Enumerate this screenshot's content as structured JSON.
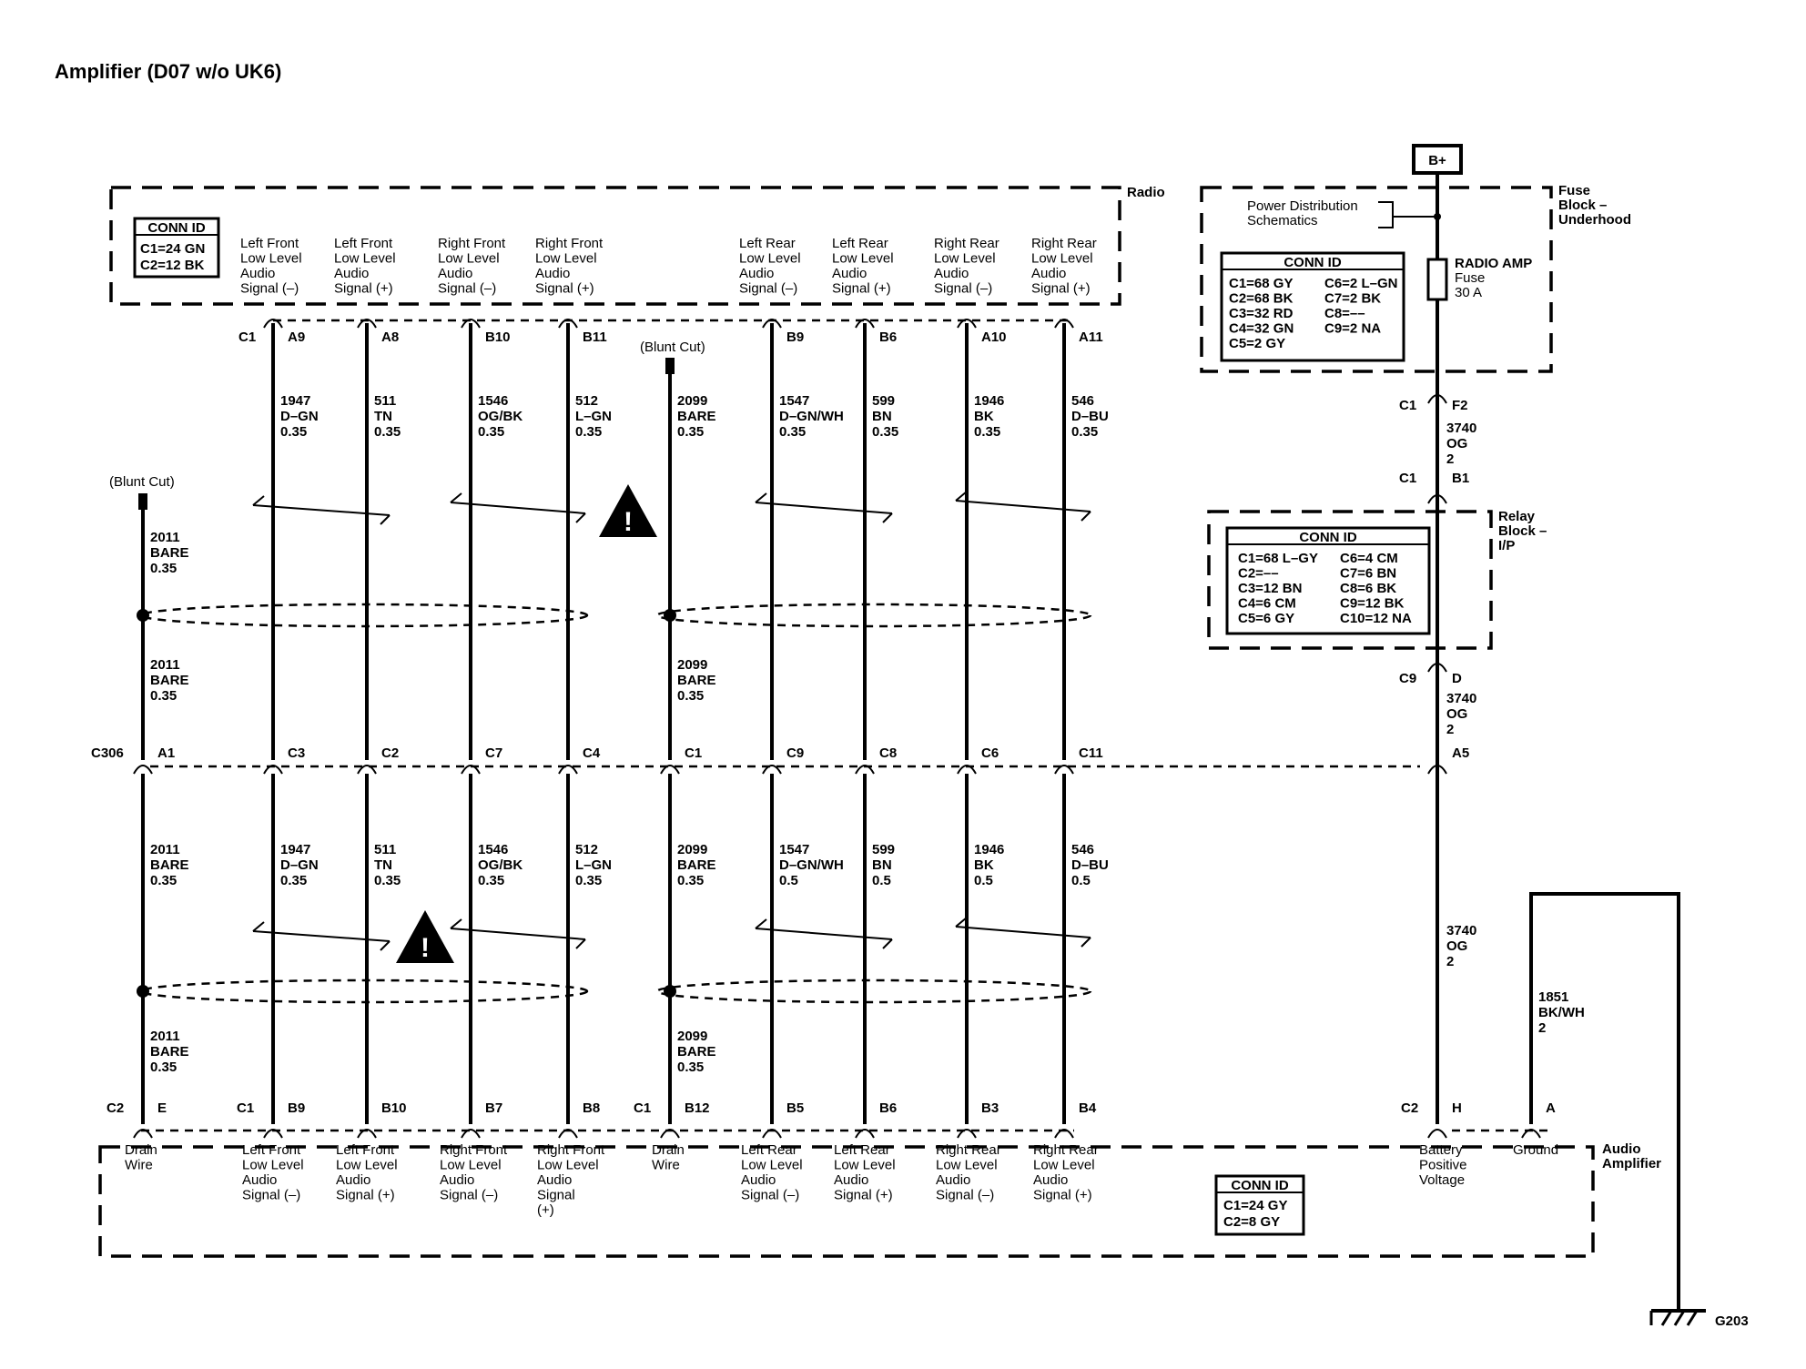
{
  "title": "Amplifier (D07 w/o UK6)",
  "radio": {
    "name": "Radio",
    "conn_id_title": "CONN ID",
    "conn_ids": [
      "C1=24 GN",
      "C2=12 BK"
    ],
    "connector": "C1",
    "signals": [
      [
        "Left Front",
        "Low Level",
        "Audio",
        "Signal (–)"
      ],
      [
        "Left Front",
        "Low Level",
        "Audio",
        "Signal (+)"
      ],
      [
        "Right Front",
        "Low Level",
        "Audio",
        "Signal (–)"
      ],
      [
        "Right Front",
        "Low Level",
        "Audio",
        "Signal (+)"
      ],
      [
        "Left Rear",
        "Low Level",
        "Audio",
        "Signal (–)"
      ],
      [
        "Left Rear",
        "Low Level",
        "Audio",
        "Signal (+)"
      ],
      [
        "Right Rear",
        "Low Level",
        "Audio",
        "Signal (–)"
      ],
      [
        "Right Rear",
        "Low Level",
        "Audio",
        "Signal (+)"
      ]
    ],
    "pins": [
      "A9",
      "A8",
      "B10",
      "B11",
      "B9",
      "B6",
      "A10",
      "A11"
    ]
  },
  "blunt_cut": "(Blunt Cut)",
  "upper_wires": [
    [
      "1947",
      "D–GN",
      "0.35"
    ],
    [
      "511",
      "TN",
      "0.35"
    ],
    [
      "1546",
      "OG/BK",
      "0.35"
    ],
    [
      "512",
      "L–GN",
      "0.35"
    ],
    [
      "2099",
      "BARE",
      "0.35"
    ],
    [
      "1547",
      "D–GN/WH",
      "0.35"
    ],
    [
      "599",
      "BN",
      "0.35"
    ],
    [
      "1946",
      "BK",
      "0.35"
    ],
    [
      "546",
      "D–BU",
      "0.35"
    ]
  ],
  "drain_upper_a": [
    "2011",
    "BARE",
    "0.35"
  ],
  "drain_upper_b": [
    "2011",
    "BARE",
    "0.35"
  ],
  "drain2_upper_b": [
    "2099",
    "BARE",
    "0.35"
  ],
  "inline": {
    "name": "C306",
    "pins": [
      "A1",
      "C3",
      "C2",
      "C7",
      "C4",
      "C1",
      "C9",
      "C8",
      "C6",
      "C11",
      "A5"
    ]
  },
  "lower_wires": [
    [
      "2011",
      "BARE",
      "0.35"
    ],
    [
      "1947",
      "D–GN",
      "0.35"
    ],
    [
      "511",
      "TN",
      "0.35"
    ],
    [
      "1546",
      "OG/BK",
      "0.35"
    ],
    [
      "512",
      "L–GN",
      "0.35"
    ],
    [
      "2099",
      "BARE",
      "0.35"
    ],
    [
      "1547",
      "D–GN/WH",
      "0.5"
    ],
    [
      "599",
      "BN",
      "0.5"
    ],
    [
      "1946",
      "BK",
      "0.5"
    ],
    [
      "546",
      "D–BU",
      "0.5"
    ]
  ],
  "drain_lower_b": [
    "2011",
    "BARE",
    "0.35"
  ],
  "drain2_lower_b": [
    "2099",
    "BARE",
    "0.35"
  ],
  "amp": {
    "name": [
      "Audio",
      "Amplifier"
    ],
    "conn_id_title": "CONN ID",
    "conn_ids": [
      "C1=24 GY",
      "C2=8 GY"
    ],
    "conn_labels": [
      "C2",
      "C1",
      "C1",
      "C2"
    ],
    "pins": [
      "E",
      "B9",
      "B10",
      "B7",
      "B8",
      "B12",
      "B5",
      "B6",
      "B3",
      "B4",
      "H",
      "A"
    ],
    "labels": [
      [
        "Drain",
        "Wire"
      ],
      [
        "Left Front",
        "Low Level",
        "Audio",
        "Signal (–)"
      ],
      [
        "Left Front",
        "Low Level",
        "Audio",
        "Signal (+)"
      ],
      [
        "Right Front",
        "Low Level",
        "Audio",
        "Signal (–)"
      ],
      [
        "Right Front",
        "Low Level",
        "Audio",
        "Signal",
        "(+)"
      ],
      [
        "Drain",
        "Wire"
      ],
      [
        "Left Rear",
        "Low Level",
        "Audio",
        "Signal (–)"
      ],
      [
        "Left Rear",
        "Low Level",
        "Audio",
        "Signal (+)"
      ],
      [
        "Right Rear",
        "Low Level",
        "Audio",
        "Signal (–)"
      ],
      [
        "Right Rear",
        "Low Level",
        "Audio",
        "Signal (+)"
      ],
      [
        "Battery",
        "Positive",
        "Voltage"
      ],
      [
        "Ground"
      ]
    ]
  },
  "fuse_block": {
    "name": [
      "Fuse",
      "Block –",
      "Underhood"
    ],
    "bplus": "B+",
    "pds": [
      "Power Distribution",
      "Schematics"
    ],
    "conn_id_title": "CONN ID",
    "conn_ids_left": [
      "C1=68 GY",
      "C2=68 BK",
      "C3=32 RD",
      "C4=32 GN",
      "C5=2 GY"
    ],
    "conn_ids_right": [
      "C6=2 L–GN",
      "C7=2 BK",
      "C8=––",
      "C9=2 NA"
    ],
    "fuse": [
      "RADIO AMP",
      "Fuse",
      "30 A"
    ],
    "out_conn": "C1",
    "out_pin": "F2"
  },
  "power_wire_1": [
    "3740",
    "OG",
    "2"
  ],
  "relay_block": {
    "name": [
      "Relay",
      "Block –",
      "I/P"
    ],
    "in_conn": "C1",
    "in_pin": "B1",
    "out_conn": "C9",
    "out_pin": "D",
    "conn_id_title": "CONN ID",
    "conn_ids_left": [
      "C1=68 L–GY",
      "C2=––",
      "C3=12 BN",
      "C4=6 CM",
      "C5=6 GY"
    ],
    "conn_ids_right": [
      "C6=4 CM",
      "C7=6 BN",
      "C8=6 BK",
      "C9=12 BK",
      "C10=12 NA"
    ]
  },
  "power_wire_2": [
    "3740",
    "OG",
    "2"
  ],
  "power_wire_3": [
    "3740",
    "OG",
    "2"
  ],
  "ground_wire": [
    "1851",
    "BK/WH",
    "2"
  ],
  "ground_name": "G203"
}
